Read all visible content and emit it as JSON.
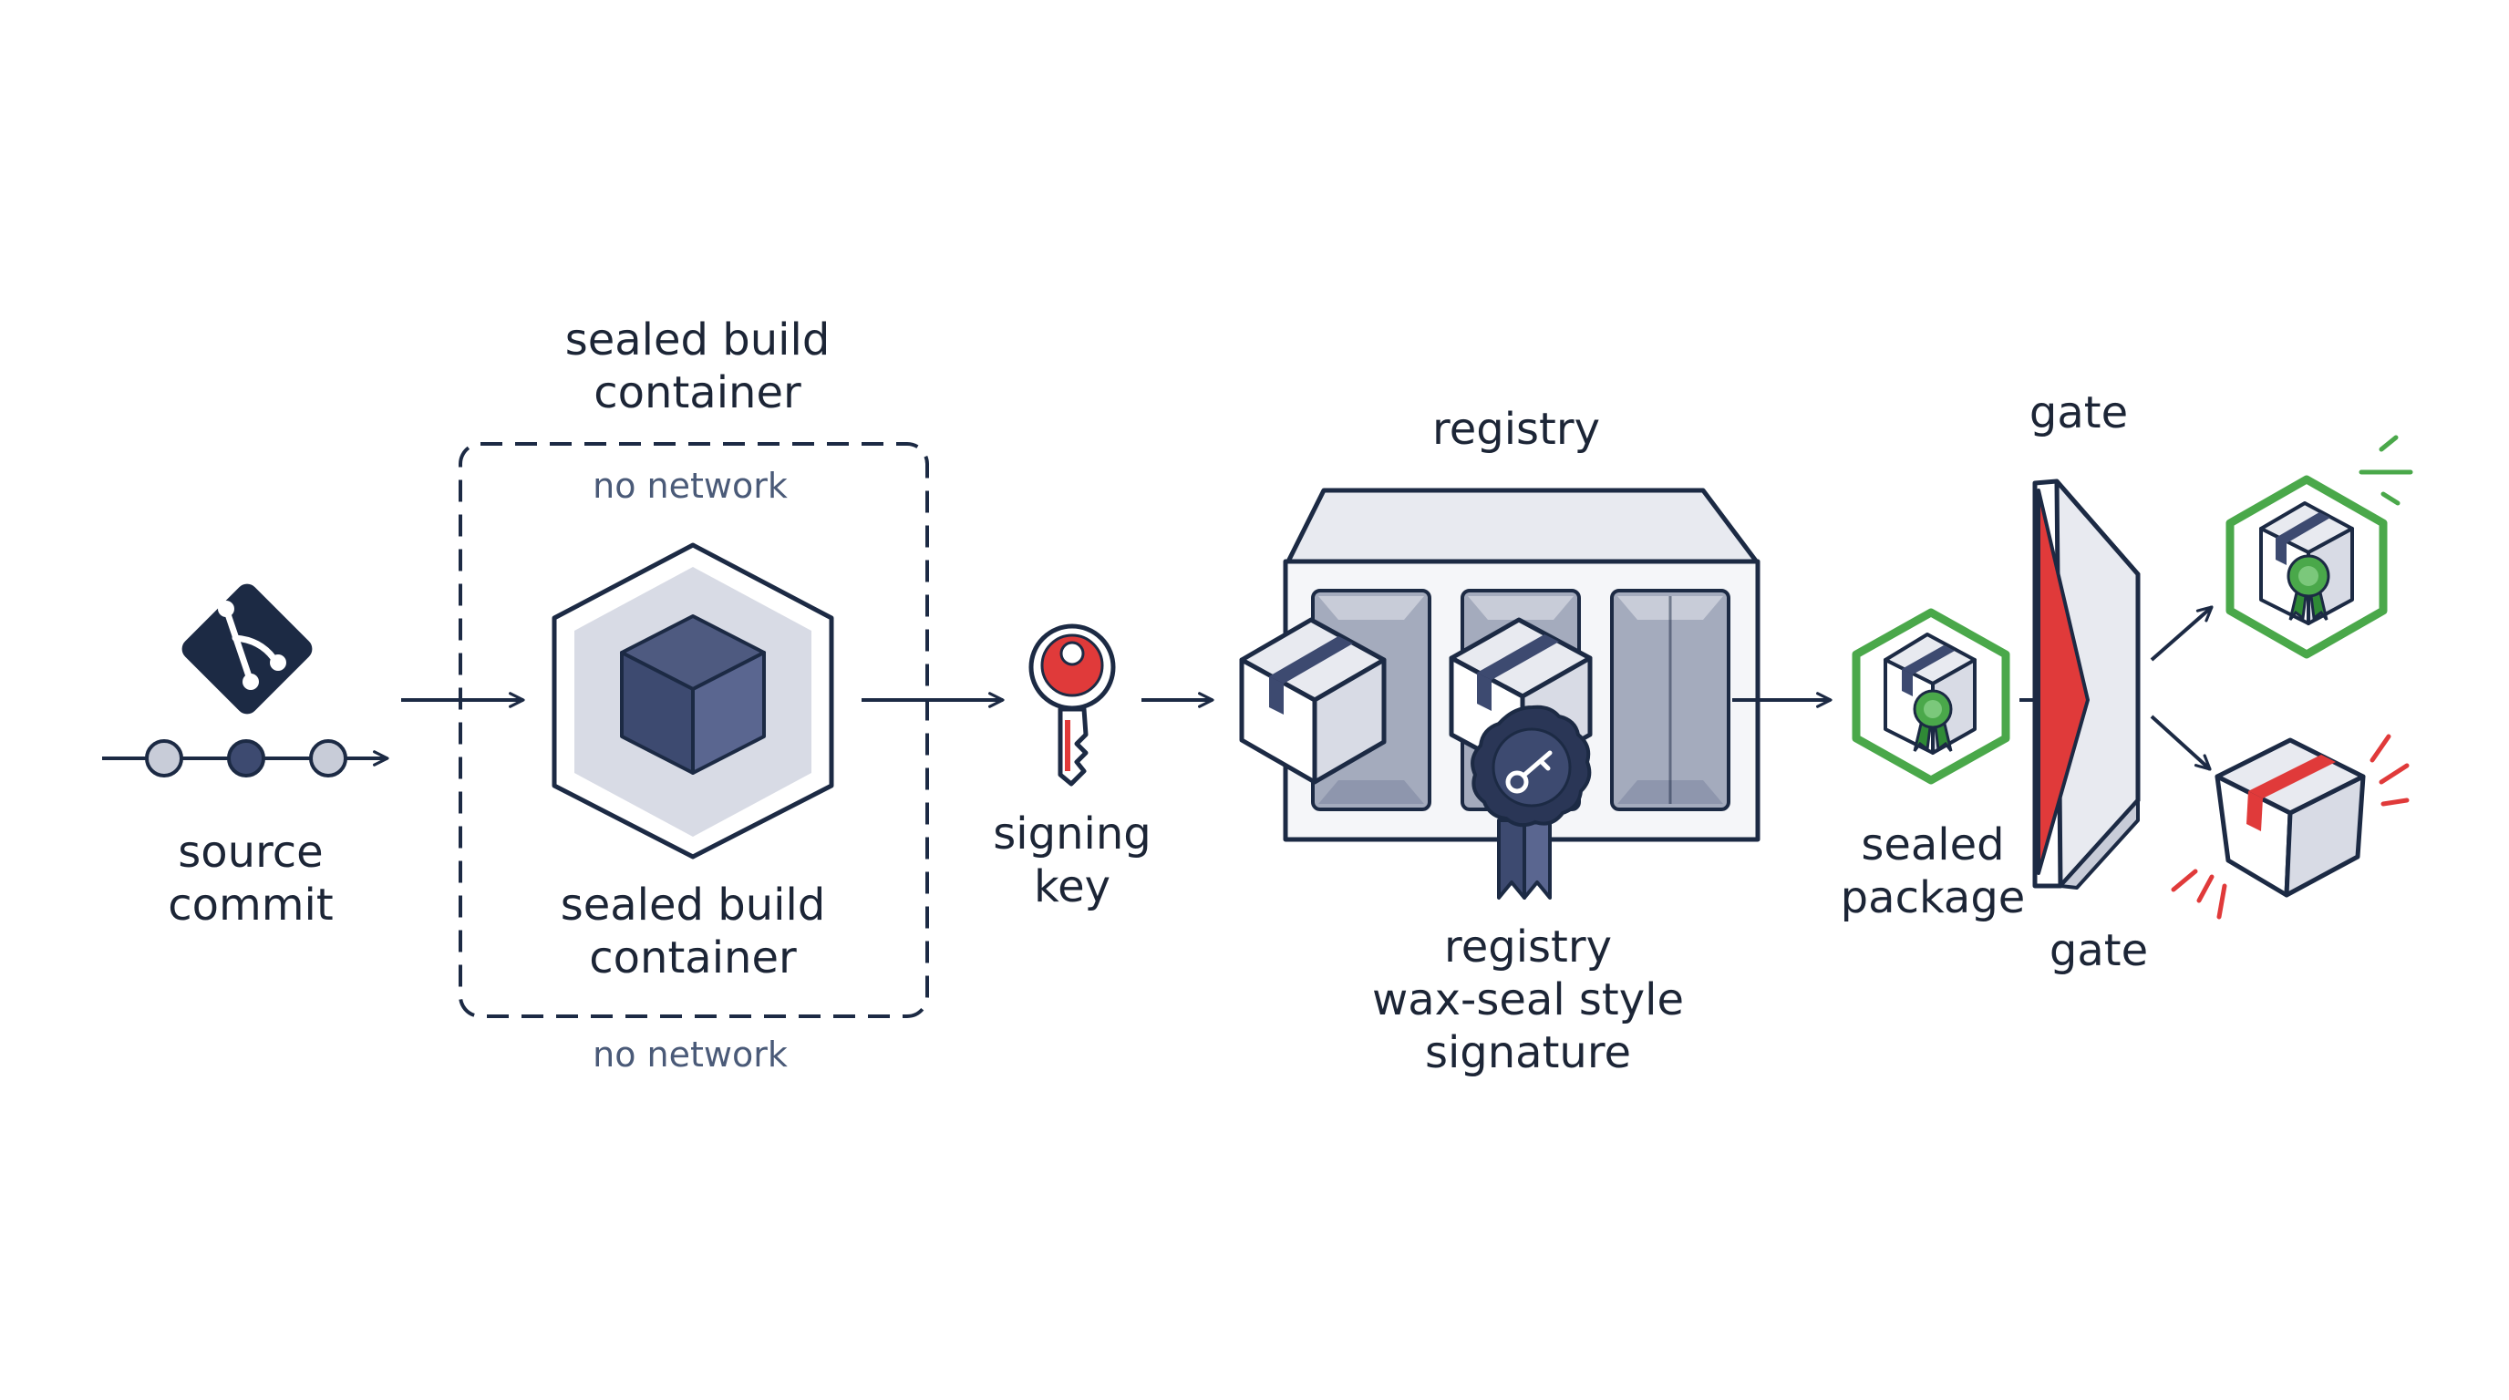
{
  "diagram": {
    "source_commit": "source\ncommit",
    "build_title": "sealed build\ncontainer",
    "build_label": "sealed build\ncontainer",
    "no_network_top": "no network",
    "no_network_bottom": "no network",
    "signing_key": "signing\nkey",
    "registry_title": "registry",
    "registry_signature": "registry\nwax-seal style\nsignature",
    "sealed_package": "sealed\npackage",
    "gate_top": "gate",
    "gate_bottom": "gate"
  },
  "colors": {
    "ink": "#1c2a44",
    "navy": "#3d4a70",
    "light_gray": "#e8eaf0",
    "mid_gray": "#c8ccd8",
    "red": "#e03a3a",
    "green": "#4aa84a",
    "dark_green": "#2f8a36"
  },
  "icons": [
    "git-icon",
    "commit-dots-icon",
    "cube-icon",
    "key-icon",
    "registry-icon",
    "wax-seal-icon",
    "sealed-package-icon",
    "gate-icon",
    "approved-package-icon",
    "rejected-package-icon"
  ]
}
